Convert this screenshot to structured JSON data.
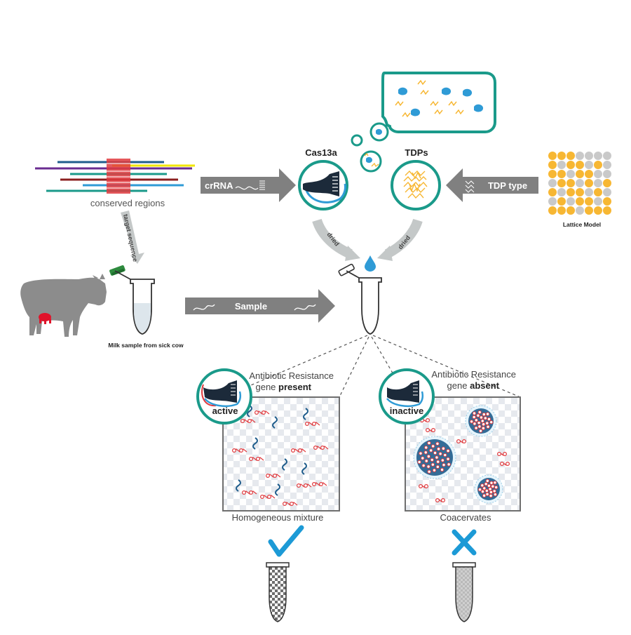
{
  "labels": {
    "conserved_regions": "conserved regions",
    "target_sequence": "target sequence",
    "crRNA": "crRNA",
    "cas13a": "Cas13a",
    "tdps": "TDPs",
    "tdp_type": "TDP type",
    "lattice_model": "Lattice Model",
    "dried_left": "dried",
    "dried_right": "dried",
    "sample": "Sample",
    "milk_sample": "Milk sample from sick cow",
    "present_line1": "Antibiotic Resistance",
    "present_line2": "gene ",
    "present_bold": "present",
    "absent_line1": "Antibiotic Resistance",
    "absent_line2": "gene ",
    "absent_bold": "absent",
    "active": "active",
    "inactive": "inactive",
    "homogeneous": "Homogeneous mixture",
    "coacervates": "Coacervates"
  },
  "colors": {
    "teal": "#1a9a8a",
    "blue_accent": "#2f9bd6",
    "arrow_gray": "#808080",
    "light_gray_arrow": "#c4c8c8",
    "red": "#e03a3e",
    "dark_blue": "#1f5d8c",
    "yellow": "#f7b733",
    "cow_gray": "#8c8c8c",
    "check": "#1c9ad6"
  },
  "icons": {
    "cow": "cow-icon",
    "tube": "test-tube-icon",
    "droplet": "water-droplet-icon",
    "check": "checkmark-icon",
    "cross": "cross-icon"
  }
}
